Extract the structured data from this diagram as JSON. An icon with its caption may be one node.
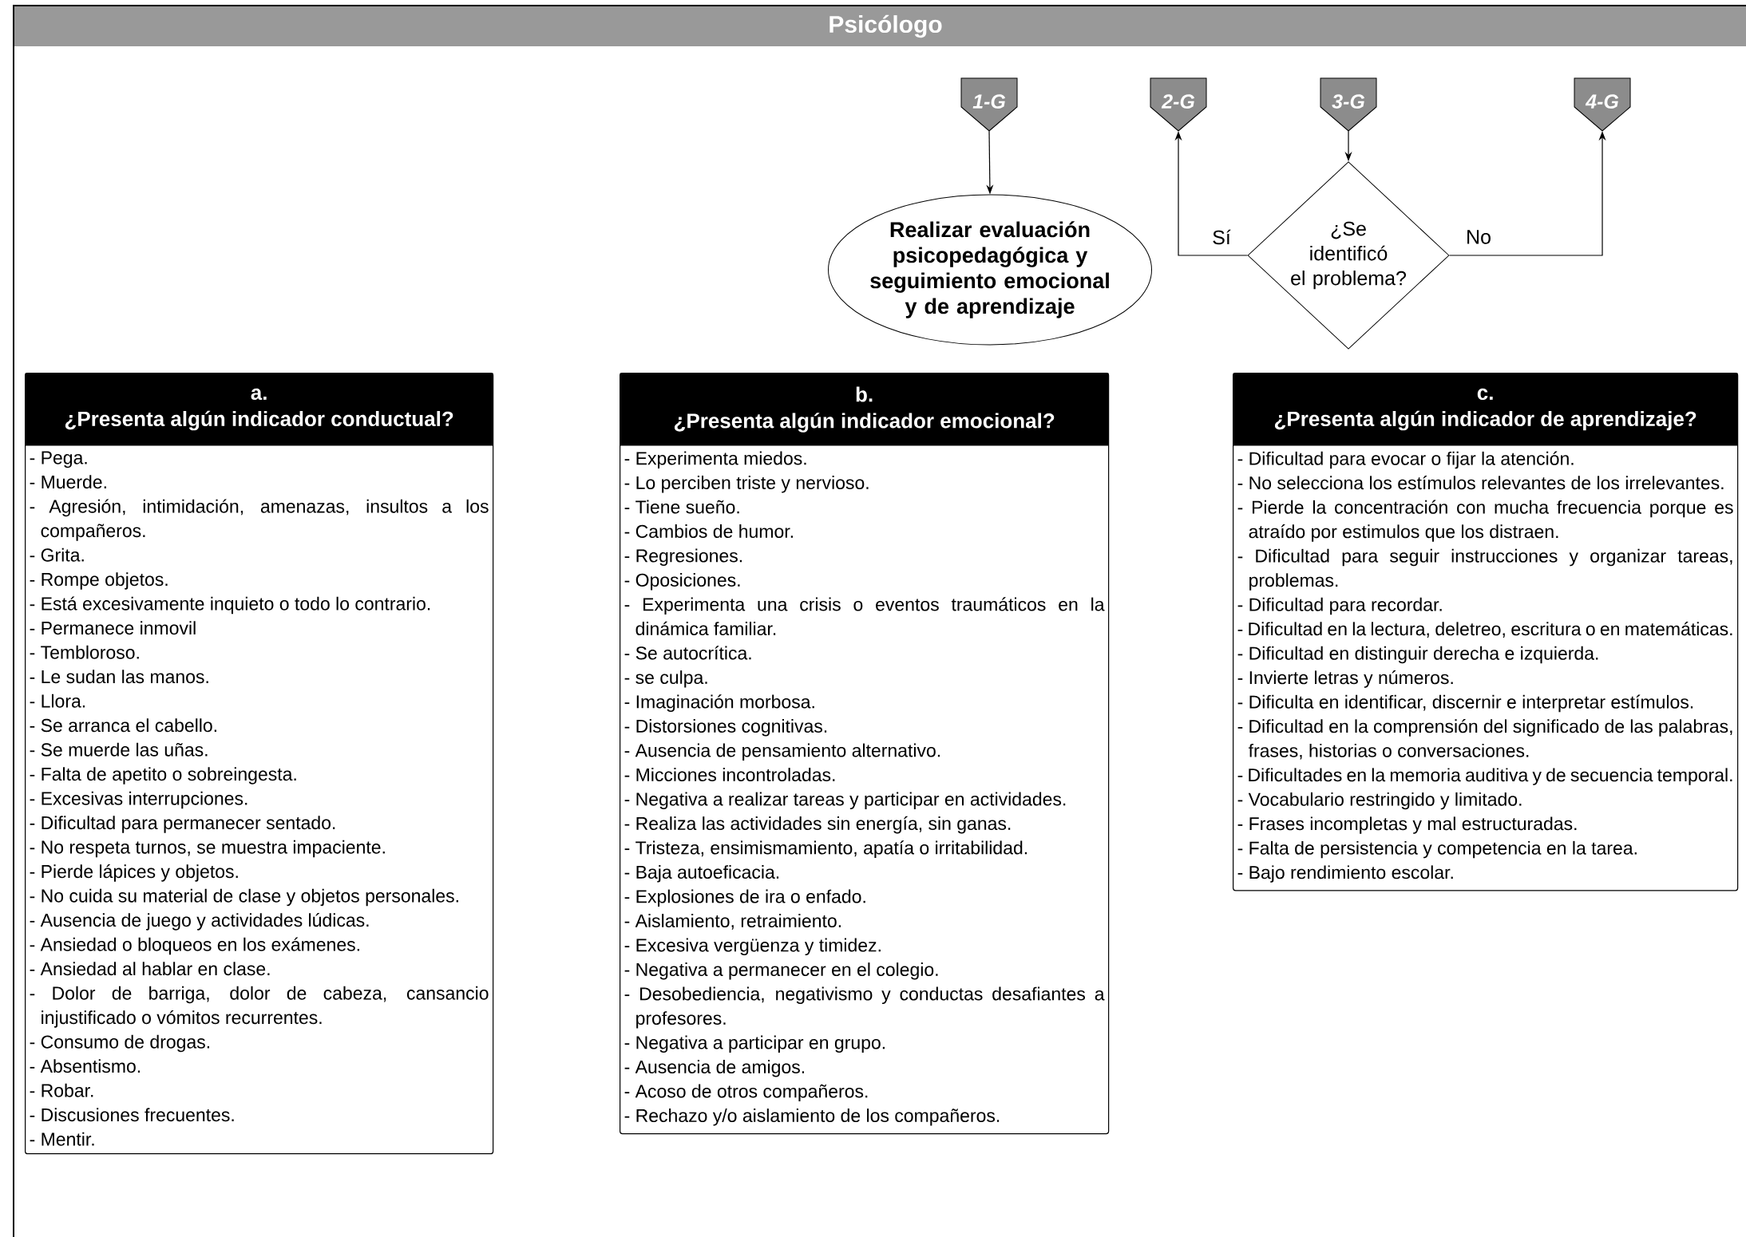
{
  "diagram": {
    "title": "Psicólogo",
    "nodes": [
      {
        "text": [
          "1-G"
        ]
      },
      {
        "text": [
          "Realizar evaluación psicopedagógica y seguimiento emocional y de aprendizaje"
        ]
      },
      {
        "text": [
          "2-G"
        ]
      },
      {
        "text": [
          "3-G"
        ]
      },
      {
        "text": [
          "4-G"
        ]
      },
      {
        "text": [
          "¿Se identificó el problema?"
        ]
      },
      {
        "text": [
          "a.",
          "¿Presenta algún indicador conductual?",
          "- Pega.",
          "- Muerde.",
          "- Agresión, intimidación, amenazas, insultos a los compañeros.",
          "- Grita.",
          "- Rompe objetos.",
          "- Está excesivamente inquieto o todo lo contrario.",
          "- Permanece inmovil",
          "- Tembloroso.",
          "- Le sudan las manos.",
          "- Llora.",
          "- Se arranca el cabello.",
          "- Se muerde las uñas.",
          "- Falta de apetito o sobreingesta.",
          "- Excesivas interrupciones.",
          "- Dificultad para permanecer sentado.",
          "- No respeta turnos, se muestra impaciente.",
          "- Pierde lápices y objetos.",
          "- No cuida su material de clase y objetos personales.",
          "- Ausencia de juego y actividades lúdicas.",
          "- Ansiedad o bloqueos en los exámenes.",
          "- Ansiedad al hablar en clase.",
          "- Dolor de barriga, dolor de cabeza, cansancio injustificado o vómitos recurrentes.",
          "- Consumo de drogas.",
          "- Absentismo.",
          "- Robar.",
          "- Discusiones frecuentes.",
          "- Mentir."
        ]
      },
      {
        "text": [
          "b.",
          "¿Presenta algún indicador emocional?",
          "- Experimenta miedos.",
          "- Lo perciben triste y nervioso.",
          "- Tiene sueño.",
          "- Cambios de humor.",
          "- Regresiones.",
          "- Oposiciones.",
          "- Experimenta una crisis o eventos traumáticos en la dinámica familiar.",
          "- Se autocrítica.",
          "- se culpa.",
          "- Imaginación morbosa.",
          "- Distorsiones cognitivas.",
          "- Ausencia de pensamiento alternativo.",
          "- Micciones incontroladas.",
          "- Negativa a realizar tareas y participar en actividades.",
          "- Realiza las actividades sin energía, sin ganas.",
          "- Tristeza, ensimismamiento, apatía o irritabilidad.",
          "- Baja autoeficacia.",
          "- Explosiones de ira o enfado.",
          "- Aislamiento, retraimiento.",
          "- Excesiva vergüenza y timidez.",
          "- Negativa a permanecer en el colegio.",
          "- Desobediencia, negativismo y conductas desafiantes a profesores.",
          "- Negativa a participar en grupo.",
          "- Ausencia de amigos.",
          "- Acoso de otros compañeros.",
          "- Rechazo y/o aislamiento de los compañeros."
        ]
      },
      {
        "text": [
          "c.",
          "¿Presenta algún indicador de aprendizaje?",
          "- Dificultad para evocar o fijar la atención.",
          "- No selecciona los estímulos relevantes de los irrelevantes.",
          "- Pierde la concentración con mucha frecuencia porque es atraído por estimulos que los distraen.",
          "- Dificultad para seguir instrucciones y organizar tareas, problemas.",
          "- Dificultad para recordar.",
          "- Dificultad en la lectura, deletreo, escritura o en matemáticas.",
          "- Dificultad en distinguir derecha e izquierda.",
          "- Invierte letras y números.",
          "- Dificulta en identificar, discernir e interpretar estímulos.",
          "- Dificultad en la comprensión del significado de las palabras, frases, historias o conversaciones.",
          "- Dificultades en la memoria auditiva y de secuencia temporal.",
          "- Vocabulario restringido y limitado.",
          "- Frases incompletas y mal estructuradas.",
          "- Falta de persistencia y competencia en la tarea.",
          "- Bajo rendimiento escolar."
        ]
      }
    ],
    "edges": [
      {
        "from": 0,
        "to": 1,
        "arrow": "to"
      },
      {
        "from": 3,
        "to": 5,
        "arrow": "to"
      },
      {
        "from": 5,
        "to": 2,
        "arrow": "to",
        "label": "Sí"
      },
      {
        "from": 5,
        "to": 4,
        "arrow": "to",
        "label": "No"
      }
    ]
  }
}
